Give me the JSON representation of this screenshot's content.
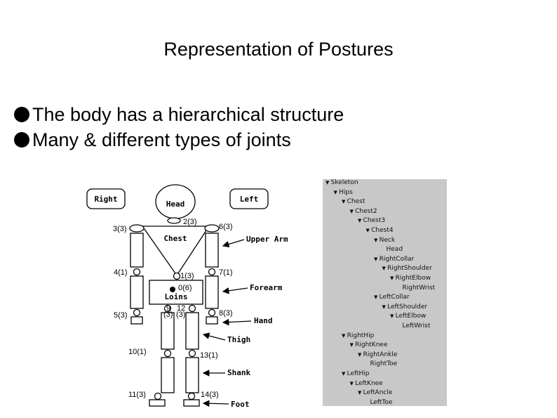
{
  "slide": {
    "title": "Representation of Postures",
    "bullets": [
      "The body has a hierarchical structure",
      "Many & different types of joints"
    ]
  },
  "figure": {
    "side_labels": {
      "right": "Right",
      "left": "Left"
    },
    "segments": {
      "head": "Head",
      "chest": "Chest",
      "loins": "Loins",
      "upper_arm": "Upper Arm",
      "forearm": "Forearm",
      "hand": "Hand",
      "thigh": "Thigh",
      "shank": "Shank",
      "foot": "Foot"
    },
    "joints": {
      "j0": "0(6)",
      "j1": "1(3)",
      "j2": "2(3)",
      "j3": "3(3)",
      "j4": "4(1)",
      "j5": "5(3)",
      "j6": "6(3)",
      "j7": "7(1)",
      "j8": "8(3)",
      "j9": "9",
      "j12": "12",
      "j9dof": "(3)",
      "j12dof": "(3)",
      "j10": "10(1)",
      "j11": "11(3)",
      "j13": "13(1)",
      "j14": "14(3)"
    }
  },
  "skeleton_tree": {
    "items": [
      {
        "label": "Skeleton",
        "depth": 0,
        "expanded": true
      },
      {
        "label": "Hips",
        "depth": 1,
        "expanded": true
      },
      {
        "label": "Chest",
        "depth": 2,
        "expanded": true
      },
      {
        "label": "Chest2",
        "depth": 3,
        "expanded": true
      },
      {
        "label": "Chest3",
        "depth": 4,
        "expanded": true
      },
      {
        "label": "Chest4",
        "depth": 5,
        "expanded": true
      },
      {
        "label": "Neck",
        "depth": 6,
        "expanded": true
      },
      {
        "label": "Head",
        "depth": 7,
        "expanded": false
      },
      {
        "label": "RightCollar",
        "depth": 6,
        "expanded": true
      },
      {
        "label": "RightShoulder",
        "depth": 7,
        "expanded": true
      },
      {
        "label": "RightElbow",
        "depth": 8,
        "expanded": true
      },
      {
        "label": "RightWrist",
        "depth": 9,
        "expanded": false
      },
      {
        "label": "LeftCollar",
        "depth": 6,
        "expanded": true
      },
      {
        "label": "LeftShoulder",
        "depth": 7,
        "expanded": true
      },
      {
        "label": "LeftElbow",
        "depth": 8,
        "expanded": true
      },
      {
        "label": "LeftWrist",
        "depth": 9,
        "expanded": false
      },
      {
        "label": "RightHip",
        "depth": 2,
        "expanded": true
      },
      {
        "label": "RightKnee",
        "depth": 3,
        "expanded": true
      },
      {
        "label": "RightAnkle",
        "depth": 4,
        "expanded": true
      },
      {
        "label": "RightToe",
        "depth": 5,
        "expanded": false
      },
      {
        "label": "LeftHip",
        "depth": 2,
        "expanded": true
      },
      {
        "label": "LeftKnee",
        "depth": 3,
        "expanded": true
      },
      {
        "label": "LeftAncle",
        "depth": 4,
        "expanded": true
      },
      {
        "label": "LeftToe",
        "depth": 5,
        "expanded": false
      }
    ]
  }
}
